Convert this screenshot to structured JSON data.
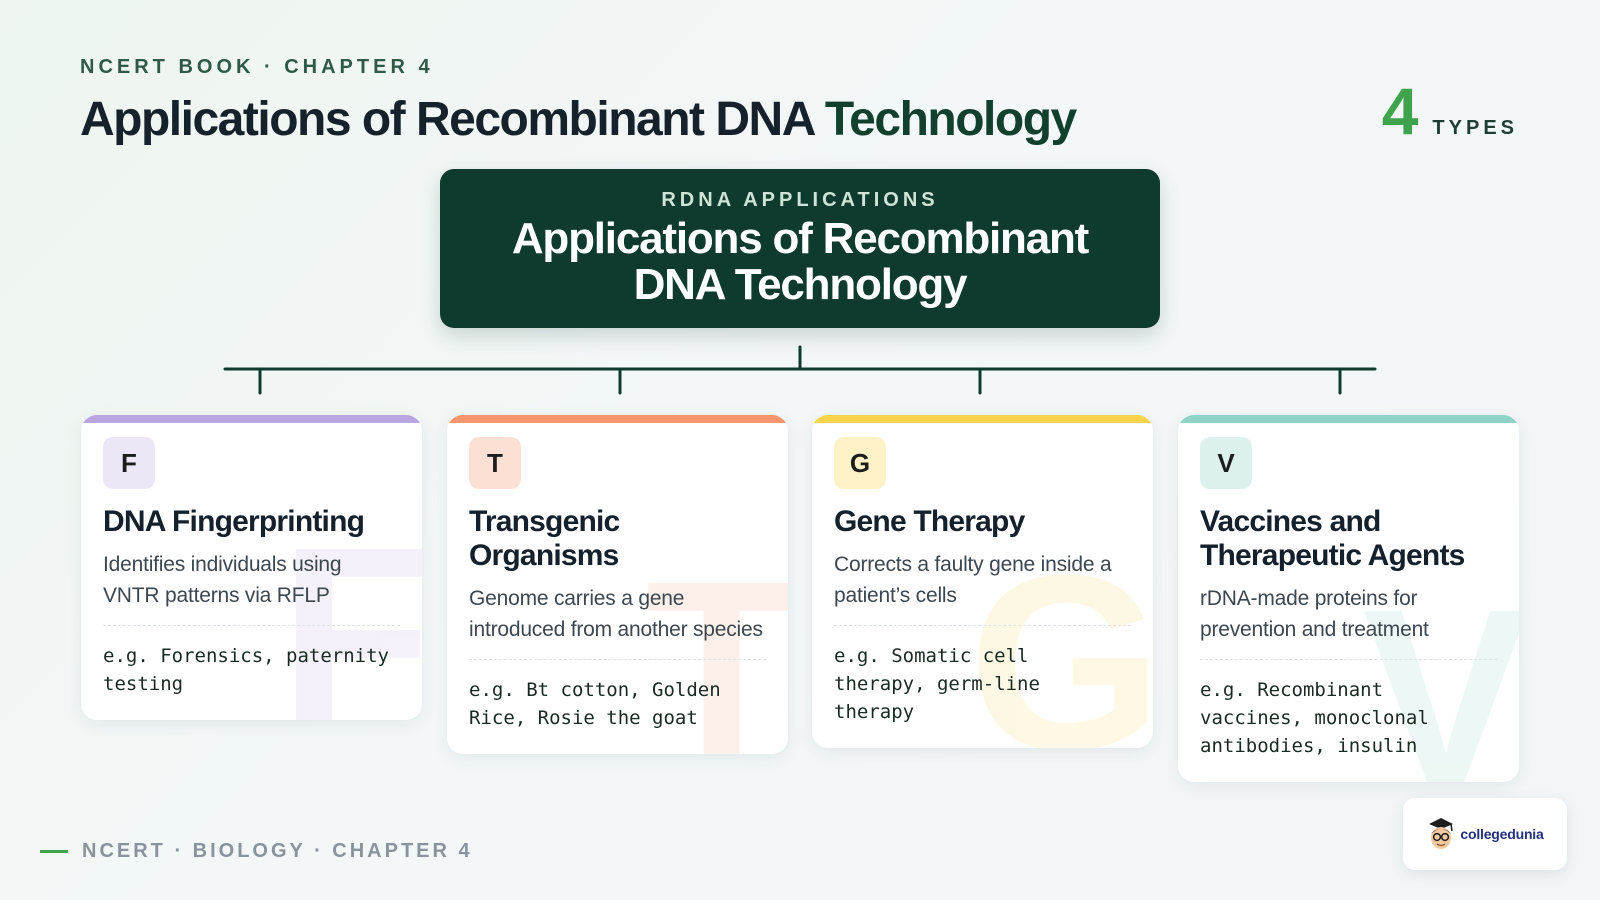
{
  "header": {
    "eyebrow": "NCERT BOOK · CHAPTER 4",
    "title_main": "Applications of Recombinant DNA",
    "title_accent": "Technology",
    "count_number": "4",
    "count_label": "TYPES"
  },
  "root": {
    "eyebrow": "RDNA APPLICATIONS",
    "title_line1": "Applications of Recombinant",
    "title_line2": "DNA Technology"
  },
  "cards": [
    {
      "letter": "F",
      "title": "DNA Fingerprinting",
      "description": "Identifies individuals using VNTR patterns via RFLP",
      "example": "e.g. Forensics, paternity testing",
      "bar_color": "#b9a6e0",
      "badge_color": "#ece6f7",
      "watermark_color": "#ebe5f7"
    },
    {
      "letter": "T",
      "title": "Transgenic Organisms",
      "description": "Genome carries a gene introduced from another species",
      "example": "e.g. Bt cotton, Golden Rice, Rosie the goat",
      "bar_color": "#f7956f",
      "badge_color": "#fde0d4",
      "watermark_color": "#fde3d8"
    },
    {
      "letter": "G",
      "title": "Gene Therapy",
      "description": "Corrects a faulty gene inside a patient’s cells",
      "example": "e.g. Somatic cell therapy, germ-line therapy",
      "bar_color": "#fbd34d",
      "badge_color": "#fdf1c8",
      "watermark_color": "#fdf2cb"
    },
    {
      "letter": "V",
      "title": "Vaccines and Therapeutic Agents",
      "description": "rDNA-made proteins for prevention and treatment",
      "example": "e.g. Recombinant vaccines, monoclonal antibodies, insulin",
      "bar_color": "#8fd3c7",
      "badge_color": "#dcf1ed",
      "watermark_color": "#dcf1ec"
    }
  ],
  "colors": {
    "connector": "#0f3b2e"
  },
  "footer": {
    "text": "NCERT · BIOLOGY · CHAPTER 4"
  },
  "logo": {
    "text": "collegedunia",
    "icon": "mascot-icon"
  }
}
